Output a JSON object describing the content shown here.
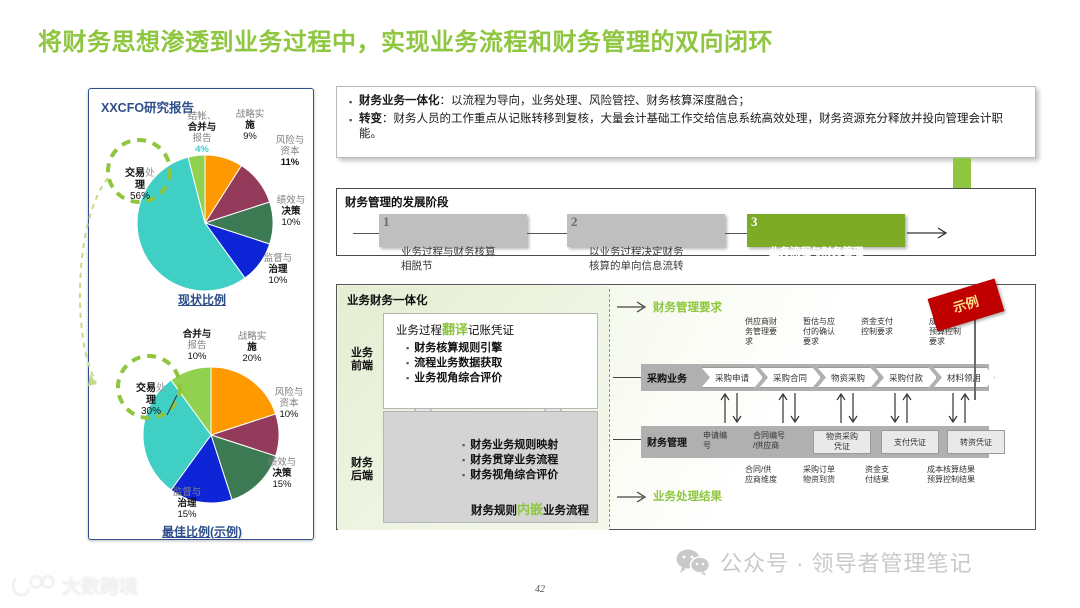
{
  "title": "将财务思想渗透到业务过程中，实现业务流程和财务管理的双向闭环",
  "left_card": {
    "heading": "XXCFO研究报告",
    "chart_data": [
      {
        "type": "pie",
        "title": "现状比例",
        "categories": [
          "交易处理",
          "结帐、合并与报告",
          "战略实施",
          "风险与资本",
          "绩效与决策",
          "监督与治理"
        ],
        "values": [
          56,
          4,
          9,
          11,
          10,
          10
        ],
        "colors": [
          "#3fcfc4",
          "#92d050",
          "#ff9900",
          "#943b5c",
          "#3b7a52",
          "#0e24d7"
        ],
        "highlight": {
          "label": "交易处理",
          "value": 56,
          "suffix": "%"
        },
        "legend": "outside-labels"
      },
      {
        "type": "pie",
        "title": "最佳比例(示例)",
        "categories": [
          "交易处理",
          "合并与报告",
          "战略实施",
          "风险与资本",
          "绩效与决策",
          "监督与治理"
        ],
        "values": [
          30,
          10,
          20,
          10,
          15,
          15
        ],
        "colors": [
          "#3fcfc4",
          "#92d050",
          "#ff9900",
          "#943b5c",
          "#3b7a52",
          "#0e24d7"
        ],
        "highlight": {
          "label": "交易处理",
          "value": 30,
          "suffix": "%"
        },
        "legend": "outside-labels"
      }
    ],
    "pie1_labels": [
      {
        "name": "结帐、\n合并与\n报告",
        "pct": "4%"
      },
      {
        "name": "战略实\n施",
        "pct": "9%"
      },
      {
        "name": "风险与\n资本",
        "pct": "11%"
      },
      {
        "name": "绩效与\n决策",
        "pct": "10%"
      },
      {
        "name": "监督与\n治理",
        "pct": "10%"
      },
      {
        "name": "交易处\n理",
        "pct": "56%"
      }
    ],
    "pie2_labels": [
      {
        "name": "合并与\n报告",
        "pct": "10%"
      },
      {
        "name": "战略实\n施",
        "pct": "20%"
      },
      {
        "name": "风险与\n资本",
        "pct": "10%"
      },
      {
        "name": "绩效与\n决策",
        "pct": "15%"
      },
      {
        "name": "监督与\n治理",
        "pct": "15%"
      },
      {
        "name": "交易处\n理",
        "pct": "30%"
      }
    ],
    "caption1": "现状比例",
    "caption2": "最佳比例(示例)"
  },
  "bullets": [
    {
      "strong": "财务业务一体化",
      "rest": "：以流程为导向，业务处理、风险管控、财务核算深度融合；"
    },
    {
      "strong": "转变",
      "rest": "：财务人员的工作重点从记账转移到复核，大量会计基础工作交给信息系统高效处理，财务资源充分释放并投向管理会计职能。"
    }
  ],
  "stages": {
    "title": "财务管理的发展阶段",
    "items": [
      {
        "num": "1",
        "text": "业务过程与财务核算\n相脱节",
        "style": "grey"
      },
      {
        "num": "2",
        "text": "以业务过程决定财务\n核算的单向信息流转",
        "style": "grey"
      },
      {
        "num": "3",
        "text": "业务流程与财务管理\n的双向闭环",
        "style": "green"
      }
    ]
  },
  "panel": {
    "integration_title": "业务财务一体化",
    "side_front": "业务\n前端",
    "side_back": "财务\n后端",
    "white_box": {
      "head_pre": "业务过程",
      "head_hl": "翻译",
      "head_post": "记账凭证",
      "items": [
        "财务核算规则引擎",
        "流程业务数据获取",
        "业务视角综合评价"
      ]
    },
    "grey_box": {
      "items": [
        "财务业务规则映射",
        "财务贯穿业务流程",
        "财务视角综合评价"
      ],
      "foot_pre": "财务规则",
      "foot_hl": "内嵌",
      "foot_post": "业务流程"
    },
    "right": {
      "row1_head": "财务管理要求",
      "row3_head": "业务处理结果",
      "requirements": [
        "供应商财\n务管理要\n求",
        "暂估与应\n付的确认\n要求",
        "资金支付\n控制要求",
        "成本核算\n预算控制\n要求"
      ],
      "business_band_label": "采购业务",
      "business_steps": [
        "采购申请",
        "采购合同",
        "物资采购",
        "采购付款",
        "材料领用"
      ],
      "finance_band_label": "财务管理",
      "finance_cells": [
        {
          "text": "申请编\n号",
          "boxed": false
        },
        {
          "text": "合同编号\n/供应商",
          "boxed": false
        },
        {
          "text": "物资采购\n凭证",
          "boxed": true
        },
        {
          "text": "支付凭证",
          "boxed": true
        },
        {
          "text": "转资凭证",
          "boxed": true
        }
      ],
      "results": [
        "合同/供\n应商维度",
        "采购订单\n物资到货",
        "资金支\n付结果",
        "成本核算结果\n预算控制结果"
      ]
    },
    "flag": "示例"
  },
  "footer": {
    "page": "42",
    "wechat": "公众号 · 领导者管理笔记",
    "brand": "大数跨境"
  },
  "colors": {
    "accent_green": "#8ec63f",
    "stage_green": "#7dab26",
    "card_border": "#2e4f8a",
    "flag_red": "#c00000"
  }
}
